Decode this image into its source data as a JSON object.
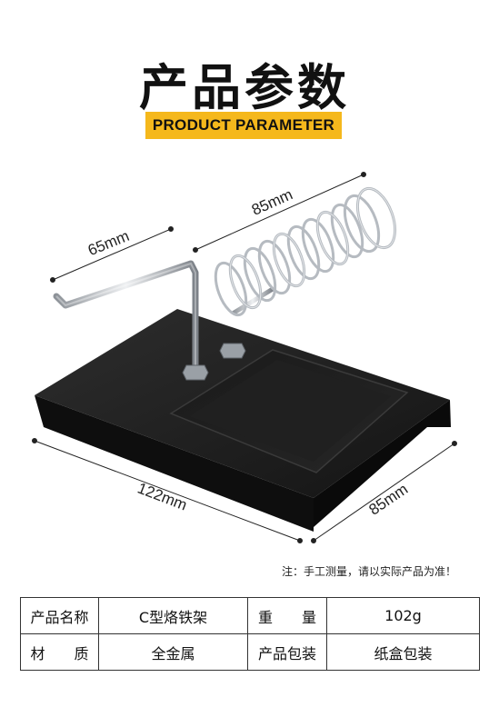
{
  "header": {
    "title": "产品参数",
    "subtitle": "PRODUCT PARAMETER"
  },
  "dimensions": {
    "rod_length": "65mm",
    "spring_length": "85mm",
    "base_length": "122mm",
    "base_width": "85mm"
  },
  "note": "注：手工测量，请以实际产品为准！",
  "colors": {
    "banner": "#f5b81c",
    "base": "#1c1c1c",
    "metal": "#c8ccd0"
  },
  "specs": {
    "rows": [
      [
        "产品名称",
        "C型烙铁架",
        "重　　量",
        "102g"
      ],
      [
        "材　　质",
        "全金属",
        "产品包装",
        "纸盒包装"
      ]
    ]
  }
}
